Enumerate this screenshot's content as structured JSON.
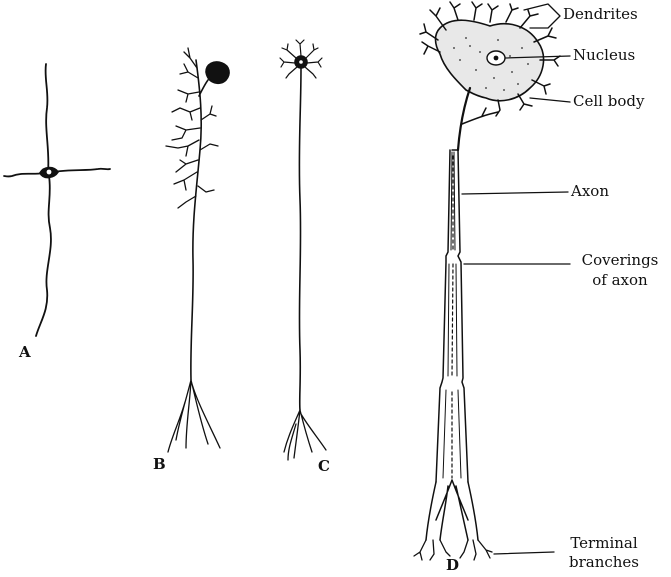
{
  "figure": {
    "neurons": [
      {
        "letter": "A"
      },
      {
        "letter": "B"
      },
      {
        "letter": "C"
      },
      {
        "letter": "D"
      }
    ],
    "labels": {
      "dendrites": "Dendrites",
      "nucleus": "Nucleus",
      "cell_body": "Cell body",
      "axon": "Axon",
      "coverings_line1": "Coverings",
      "coverings_line2": "of axon",
      "terminal_line1": "Terminal",
      "terminal_line2": "branches"
    },
    "colors": {
      "ink": "#111111",
      "paper": "#ffffff"
    }
  }
}
